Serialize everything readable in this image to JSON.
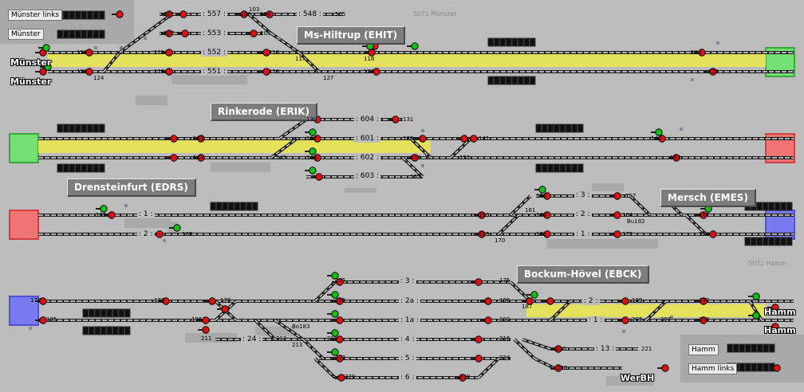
{
  "window": {
    "title": "Stellwerk Münster – Hamm"
  },
  "stations": {
    "ms_hiltrup": "Ms-Hiltrup (EHIT)",
    "rinkerode": "Rinkerode (ERIK)",
    "drensteinfurt": "Drensteinfurt (EDRS)",
    "mersch": "Mersch (EMES)",
    "bockum_hoevel": "Bockum-Hövel (EBCK)"
  },
  "panels": {
    "muenster_links": "Münster links",
    "muenster": "Münster",
    "hamm": "Hamm",
    "hamm_links": "Hamm links",
    "stitz_muenster": "StiTz Münster",
    "stitz_hamm": "StiTz Hamm"
  },
  "endpoints": {
    "muenster_1": "Münster",
    "muenster_2": "Münster",
    "hamm_1": "Hamm",
    "hamm_2": "Hamm",
    "werbh": "WerBH"
  },
  "tracks": {
    "t557": ": 557 :",
    "t553": ": 553 :",
    "t548": ": 548 :",
    "t552": ": 552 :",
    "t551": ": 551 :",
    "t604": ": 604 :",
    "t601": ": 601 :",
    "t602": ": 602 :",
    "t603": ": 603 :",
    "t1": ": 1 :",
    "t2": ": 2 :",
    "t3m": ": 3 :",
    "t2m": ": 2 :",
    "t1m": ": 1 :",
    "t24": ": 24 :",
    "b3": ": 3 :",
    "b2a": ": 2a :",
    "b1a": ": 1a :",
    "b4": ": 4 :",
    "b5": ": 5 :",
    "b6": ": 6 :",
    "b2": ": 2 :",
    "b1": ": 1 :",
    "b13": ": 13 :"
  },
  "signals": {
    "s101": "101",
    "s102": "102",
    "s103": "103",
    "s104": "104",
    "s105": "105",
    "s106": "106",
    "s107": "107",
    "s108": "108",
    "s112": "112",
    "s115": "115",
    "s116": "116",
    "s117": "117",
    "s118": "118",
    "s120": "120",
    "s123": "123",
    "s124": "124",
    "s125": "125",
    "s126": "126",
    "s127": "127",
    "s128": "128",
    "s129": "129",
    "s130": "130",
    "s131": "131",
    "s133": "133",
    "s137": "137",
    "s138": "138",
    "s141": "141",
    "s142": "142",
    "s144": "144",
    "s145": "145",
    "s148": "148",
    "s149": "149",
    "s152": "152",
    "s153": "153",
    "s155": "155",
    "s156": "156",
    "s157": "157",
    "s160": "160",
    "s161": "161",
    "s163": "163",
    "s164": "164",
    "s165": "165",
    "s167": "167",
    "s168": "168",
    "s169": "169",
    "s170": "170",
    "s171": "171",
    "s172": "172",
    "s174": "174",
    "s175": "175",
    "s176": "176",
    "s177": "177",
    "s178": "178",
    "s179": "179",
    "s185": "185",
    "s186": "186",
    "s187": "187",
    "s189": "189",
    "s192": "192",
    "s195": "195",
    "s196": "196",
    "s202": "202",
    "s205": "205",
    "s207": "207",
    "s208": "208",
    "s211": "211",
    "s212": "212",
    "s213": "213",
    "s215": "215",
    "s216": "216",
    "s220": "220",
    "s221": "221",
    "s223": "223",
    "s224": "224",
    "s225": "225",
    "s226": "226",
    "s229": "229",
    "s230": "230",
    "bo183": "Bo183",
    "bu182": "Bu182"
  },
  "colors": {
    "background": "#bcbcbc",
    "track_occupied": "#e3e25a",
    "block_green": "#74e174",
    "block_red": "#f07474",
    "block_blue": "#7a7af0",
    "signal_red": "#e11010",
    "signal_green": "#12c012"
  }
}
